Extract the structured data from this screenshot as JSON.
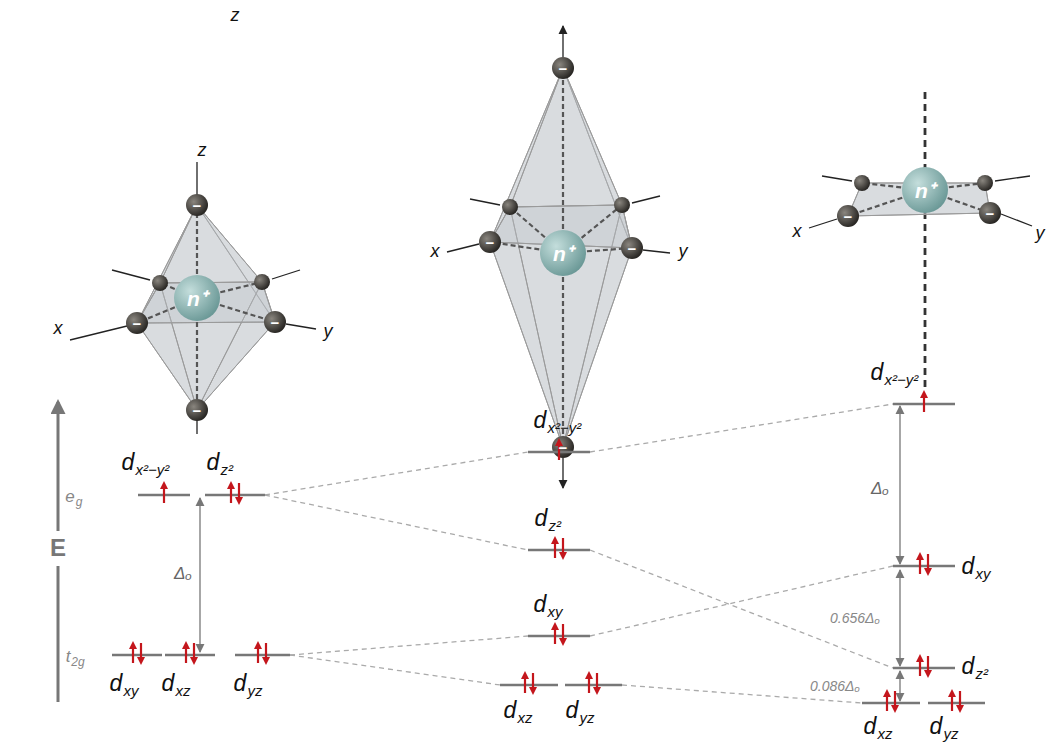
{
  "diagram": {
    "labels": [
      "z",
      "x",
      "y",
      "n⁺",
      "−",
      "−",
      "−",
      "−",
      "z",
      "x",
      "y",
      "n⁺",
      "−",
      "−",
      "−",
      "−",
      "x",
      "y",
      "n⁺",
      "−",
      "−",
      "E",
      "e",
      "g",
      "t",
      "2g",
      "d",
      "x²−y²",
      "d",
      "z²",
      "d",
      "xy",
      "d",
      "xz",
      "d",
      "yz",
      "Δₒ",
      "d",
      "x²−y²",
      "d",
      "z²",
      "d",
      "xy",
      "d",
      "xz",
      "d",
      "yz",
      "d",
      "x²−y²",
      "d",
      "xy",
      "d",
      "z²",
      "d",
      "xz",
      "d",
      "yz",
      "Δₒ",
      "0.656Δₒ",
      "0.086Δₒ"
    ]
  }
}
